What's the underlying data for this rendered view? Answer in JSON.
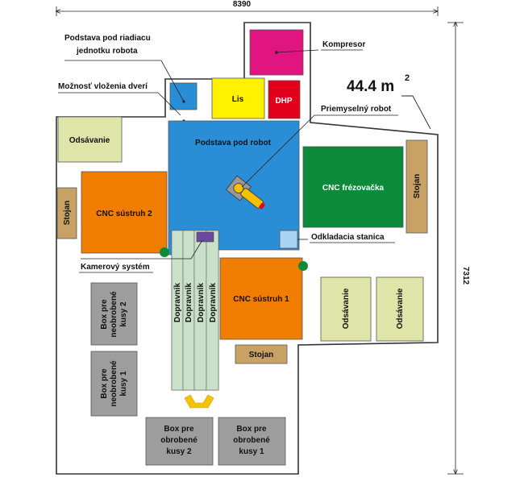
{
  "dimensions": {
    "width": "8390",
    "height": "7312"
  },
  "area": {
    "value": "44.4 m",
    "exponent": "2"
  },
  "labels": {
    "podstava_riadiacu_1": "Podstava pod riadiacu",
    "podstava_riadiacu_2": "jednotku robota",
    "moznost_dveri": "Možnosť vloženia dverí",
    "kompresor": "Kompresor",
    "lis": "Lis",
    "dhp": "DHP",
    "priemyselny_robot": "Priemyselný robot",
    "odsavanie": "Odsávanie",
    "podstava_robot": "Podstava pod robot",
    "cnc_frezovacka": "CNC frézovačka",
    "stojan": "Stojan",
    "cnc_sustruh_2": "CNC sústruh 2",
    "odkladacia": "Odkladacia stanica",
    "kamerovy": "Kamerový systém",
    "cnc_sustruh_1": "CNC sústruh 1",
    "dopravnik": "Dopravník",
    "box_neobrobene_2": [
      "Box pre",
      "neobrobené",
      "kusy 2"
    ],
    "box_neobrobene_1": [
      "Box pre",
      "neobrobené",
      "kusy 1"
    ],
    "box_obrobene_2": [
      "Box pre",
      "obrobené",
      "kusy 2"
    ],
    "box_obrobene_1": [
      "Box pre",
      "obrobené",
      "kusy 1"
    ]
  },
  "colors": {
    "blue": "#2a8ed6",
    "magenta": "#e0157f",
    "yellow": "#fff200",
    "red": "#e2001a",
    "olive": "#dfe4a8",
    "orange": "#f07d00",
    "green": "#0b8a3a",
    "tan": "#c8a265",
    "grey": "#9d9d9d",
    "conveyor": "#c9e0c9",
    "camera": "#6a4aa0",
    "light_blue": "#a9d3f2",
    "gripper": "#f6c200"
  }
}
